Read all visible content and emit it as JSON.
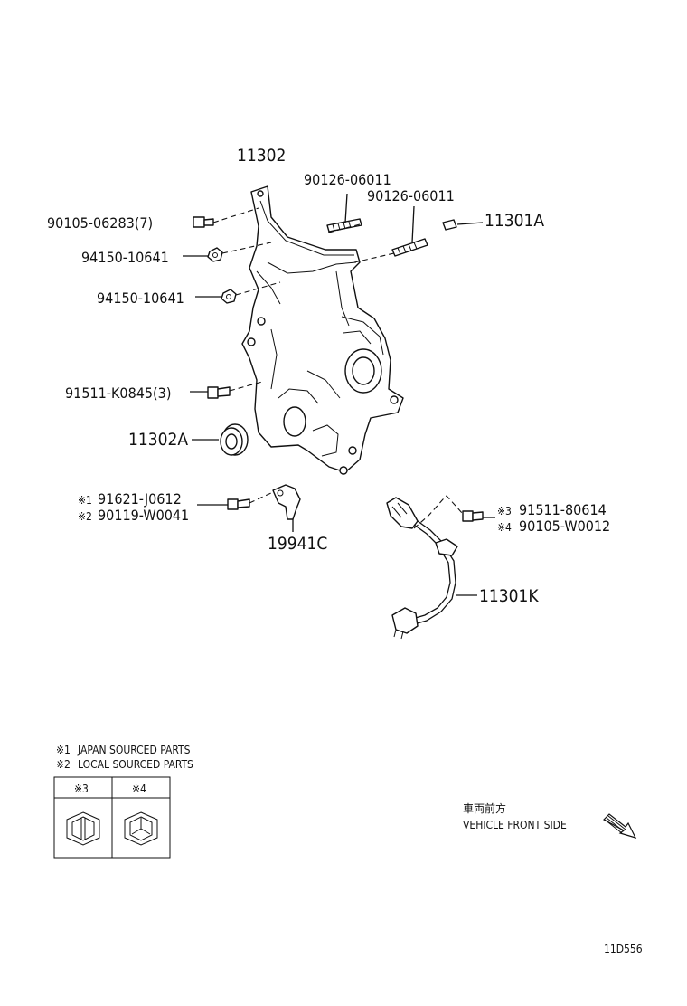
{
  "parts": {
    "timing_cover": "11302",
    "stud_1": "90126-06011",
    "stud_2": "90126-06011",
    "bolt_top_left": "90105-06283(7)",
    "nut_1": "94150-10641",
    "nut_2": "94150-10641",
    "plug": "11301A",
    "bolt_side": "91511-K0845(3)",
    "oil_seal": "11302A",
    "bolt_sensor_japan": "91621-J0612",
    "bolt_sensor_local": "90119-W0041",
    "sensor_bracket": "19941C",
    "bolt_harness_3": "91511-80614",
    "bolt_harness_4": "90105-W0012",
    "sensor_harness": "11301K"
  },
  "markers": {
    "m1": "※1",
    "m2": "※2",
    "m3": "※3",
    "m4": "※4"
  },
  "legend": {
    "note1_marker": "※1",
    "note1_text": "JAPAN SOURCED PARTS",
    "note2_marker": "※2",
    "note2_text": "LOCAL SOURCED PARTS",
    "col1_header": "※3",
    "col2_header": "※4"
  },
  "direction": {
    "label_jp": "車両前方",
    "label_en": "VEHICLE FRONT SIDE"
  },
  "diagram_code": "11D556"
}
